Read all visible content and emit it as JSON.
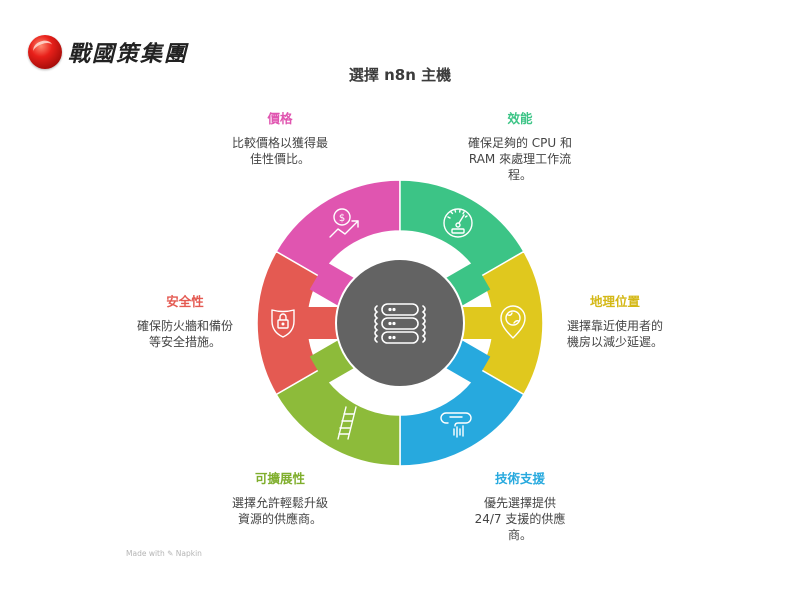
{
  "logo": {
    "text": "戰國策集團",
    "icon": "red-sphere-logo-icon"
  },
  "title": "選擇 n8n 主機",
  "center": {
    "icon": "server-stack-icon",
    "color": "#636363"
  },
  "segments": [
    {
      "key": "price",
      "title": "價格",
      "desc_lines": [
        "比較價格以獲得最",
        "佳性價比。"
      ],
      "color": "#E055B0",
      "icon": "dollar-growth-icon"
    },
    {
      "key": "performance",
      "title": "效能",
      "desc_lines": [
        "確保足夠的 CPU 和",
        "RAM 來處理工作流",
        "程。"
      ],
      "color": "#3CC486",
      "icon": "speedometer-icon"
    },
    {
      "key": "location",
      "title": "地理位置",
      "desc_lines": [
        "選擇靠近使用者的",
        "機房以減少延遲。"
      ],
      "color": "#E0C81E",
      "icon": "globe-pin-icon"
    },
    {
      "key": "support",
      "title": "技術支援",
      "desc_lines": [
        "優先選擇提供",
        "24/7 支援的供應",
        "商。"
      ],
      "color": "#27A9DE",
      "icon": "support-shower-icon"
    },
    {
      "key": "scalability",
      "title": "可擴展性",
      "desc_lines": [
        "選擇允許輕鬆升級",
        "資源的供應商。"
      ],
      "color": "#8DBB3A",
      "icon": "ladder-icon"
    },
    {
      "key": "security",
      "title": "安全性",
      "desc_lines": [
        "確保防火牆和備份",
        "等安全措施。"
      ],
      "color": "#E45A52",
      "icon": "shield-lock-icon"
    }
  ],
  "footer": "Made with ✎ Napkin"
}
